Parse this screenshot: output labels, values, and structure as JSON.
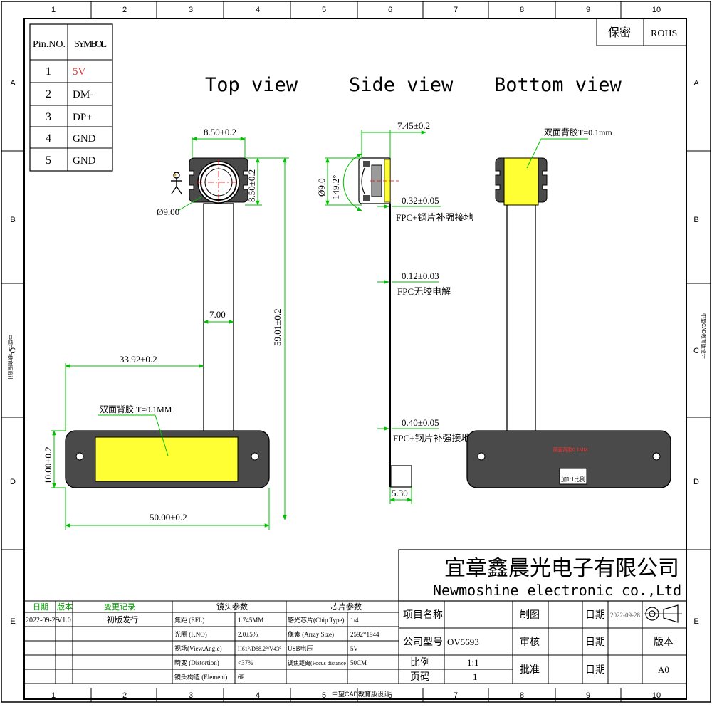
{
  "frame": {
    "top_cols": [
      "1",
      "2",
      "3",
      "4",
      "5",
      "6",
      "7",
      "8",
      "9",
      "10"
    ],
    "side_rows": [
      "A",
      "B",
      "C",
      "D",
      "E"
    ],
    "side_left_note": "中望CAD教育版设计",
    "side_right_note": "中望CAD教育版设计",
    "bottom_note": "中望CAD教育版设计"
  },
  "corner_box": {
    "secret": "保密",
    "rohs": "ROHS"
  },
  "pin_table": {
    "headers": [
      "Pin.NO.",
      "SYMBOL"
    ],
    "rows": [
      {
        "no": "1",
        "symbol": "5V"
      },
      {
        "no": "2",
        "symbol": "DM-"
      },
      {
        "no": "3",
        "symbol": "DP+"
      },
      {
        "no": "4",
        "symbol": "GND"
      },
      {
        "no": "5",
        "symbol": "GND"
      }
    ],
    "highlight_color": "#e03030"
  },
  "views": {
    "top": "Top view",
    "side": "Side view",
    "bottom": "Bottom view"
  },
  "top_view": {
    "dim_width_head": "8.50±0.2",
    "dim_height_head": "8.50±0.2",
    "dim_lens_dia": "Ø9.00",
    "dim_fpc_width": "7.00",
    "dim_total_len": "59.01±0.2",
    "dim_offset": "33.92±0.2",
    "tape_label": "双面背胶 T=0.1MM",
    "dim_board_height": "10.00±0.2",
    "dim_board_width": "50.00±0.2"
  },
  "side_view": {
    "dim_top_width": "7.45±0.2",
    "dim_lens_dia": "Ø9.0",
    "dim_angle": "149.2°",
    "dim_t1": "0.32±0.05",
    "note_1": "FPC+钢片补强接地",
    "dim_t2": "0.12±0.03",
    "note_2": "FPC无胶电解",
    "dim_t3": "0.40±0.05",
    "note_3": "FPC+钢片补强接地",
    "dim_conn": "5.30"
  },
  "bottom_view": {
    "tape_label": "双面背胶T=0.1mm",
    "red_marking": "双面背胶0.1MM",
    "box_marking": "加1:1比例"
  },
  "colors": {
    "yellow": "#ffff33",
    "dark_gray": "#4a4a4a",
    "dim_green": "#00c000",
    "center_red": "#ff0000"
  },
  "revision_table": {
    "headers": [
      "日期",
      "版本",
      "变更记录"
    ],
    "rows": [
      {
        "date": "2022-09-28",
        "ver": "V1.0",
        "change": "初版发行"
      }
    ],
    "header_color": "#00a000"
  },
  "lens_params": {
    "title": "镜头参数",
    "rows": [
      {
        "k": "焦距 (EFL)",
        "v": "1.745MM"
      },
      {
        "k": "光圈 (F.NO)",
        "v": "2.0±5%"
      },
      {
        "k": "视场(View.Angle)",
        "v": "H61°/D88.2°/V43°"
      },
      {
        "k": "畸变 (Distortion)",
        "v": "<37%"
      },
      {
        "k": "镜头构造 (Element)",
        "v": "6P"
      }
    ]
  },
  "chip_params": {
    "title": "芯片参数",
    "rows": [
      {
        "k": "感光芯片(Chip Type)",
        "v": "1/4"
      },
      {
        "k": "像素 (Array Size)",
        "v": "2592*1944"
      },
      {
        "k": "USB电压",
        "v": "5V"
      },
      {
        "k": "调焦距离(Focus distance)",
        "v": "50CM"
      }
    ]
  },
  "company": {
    "name_cn": "宜章鑫晨光电子有限公司",
    "name_en": "Newmoshine  electronic co.,Ltd"
  },
  "title_block": {
    "project_label": "项目名称",
    "model_label": "公司型号",
    "model_value": "OV5693",
    "scale_label": "比例",
    "scale_value": "1:1",
    "page_label": "页码",
    "page_value": "1",
    "draw_label": "制图",
    "check_label": "审核",
    "approve_label": "批准",
    "date_label": "日期",
    "date_value": "2022-09-28",
    "version_label": "版本",
    "version_value": "A0"
  }
}
